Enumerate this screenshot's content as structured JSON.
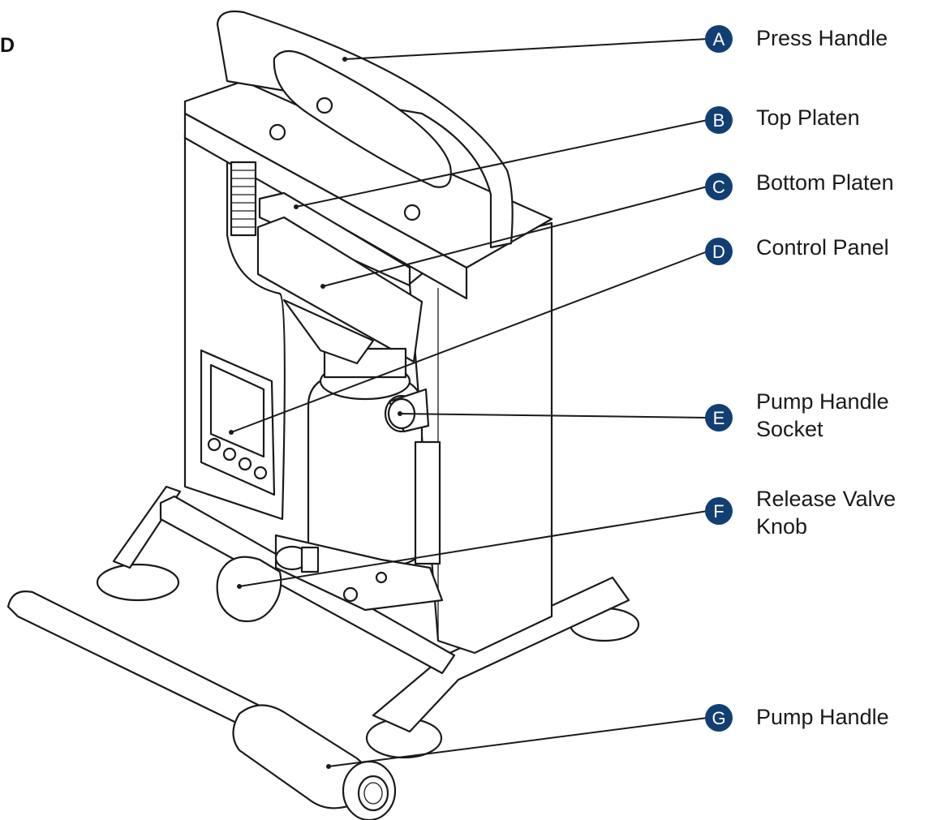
{
  "corner_letter": "D",
  "callouts": [
    {
      "letter": "A",
      "label": "Press Handle"
    },
    {
      "letter": "B",
      "label": "Top Platen"
    },
    {
      "letter": "C",
      "label": "Bottom Platen"
    },
    {
      "letter": "D",
      "label": "Control Panel"
    },
    {
      "letter": "E",
      "label": "Pump Handle\nSocket"
    },
    {
      "letter": "F",
      "label": "Release Valve\nKnob"
    },
    {
      "letter": "G",
      "label": "Pump Handle"
    }
  ],
  "colors": {
    "badge": "#123f73",
    "ink": "#1a1a1a"
  }
}
